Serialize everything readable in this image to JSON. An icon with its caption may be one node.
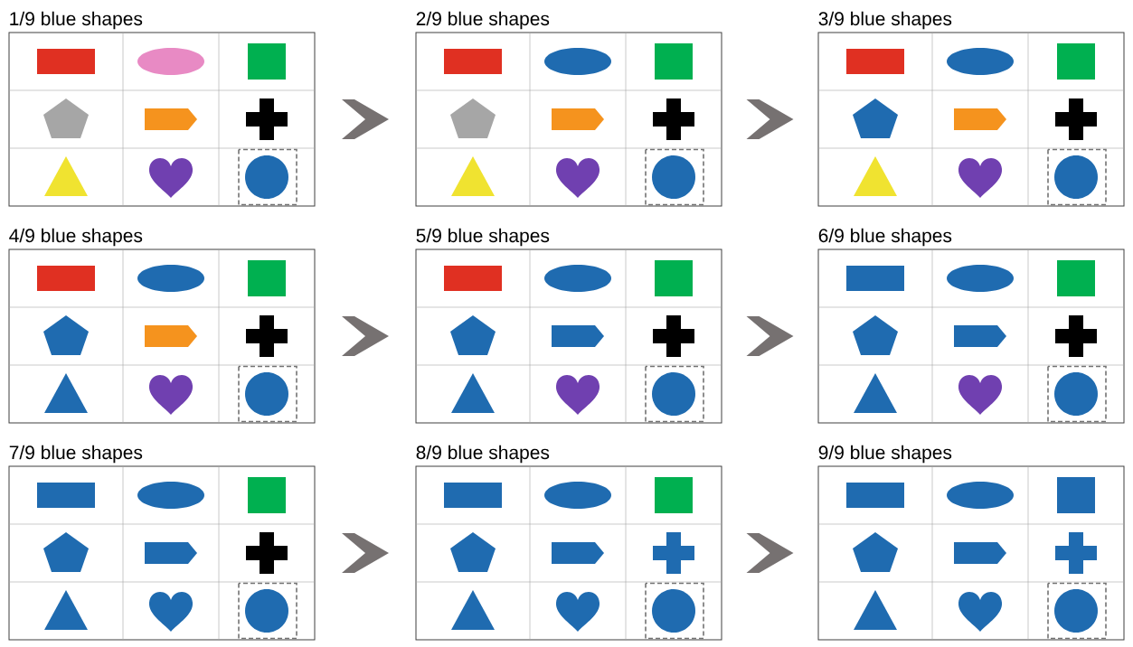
{
  "diagram": {
    "nodes": [
      {
        "text": [
          "1/9 blue shapes"
        ]
      },
      {
        "text": [
          "2/9 blue shapes"
        ]
      },
      {
        "text": [
          "3/9 blue shapes"
        ]
      },
      {
        "text": [
          "4/9 blue shapes"
        ]
      },
      {
        "text": [
          "5/9 blue shapes"
        ]
      },
      {
        "text": [
          "6/9 blue shapes"
        ]
      },
      {
        "text": [
          "7/9 blue shapes"
        ]
      },
      {
        "text": [
          "8/9 blue shapes"
        ]
      },
      {
        "text": [
          "9/9 blue shapes"
        ]
      }
    ],
    "edges": [
      {
        "from": 0,
        "to": 1,
        "arrow": "to"
      },
      {
        "from": 1,
        "to": 2,
        "arrow": "to"
      },
      {
        "from": 3,
        "to": 4,
        "arrow": "to"
      },
      {
        "from": 4,
        "to": 5,
        "arrow": "to"
      },
      {
        "from": 6,
        "to": 7,
        "arrow": "to"
      },
      {
        "from": 7,
        "to": 8,
        "arrow": "to"
      }
    ]
  }
}
